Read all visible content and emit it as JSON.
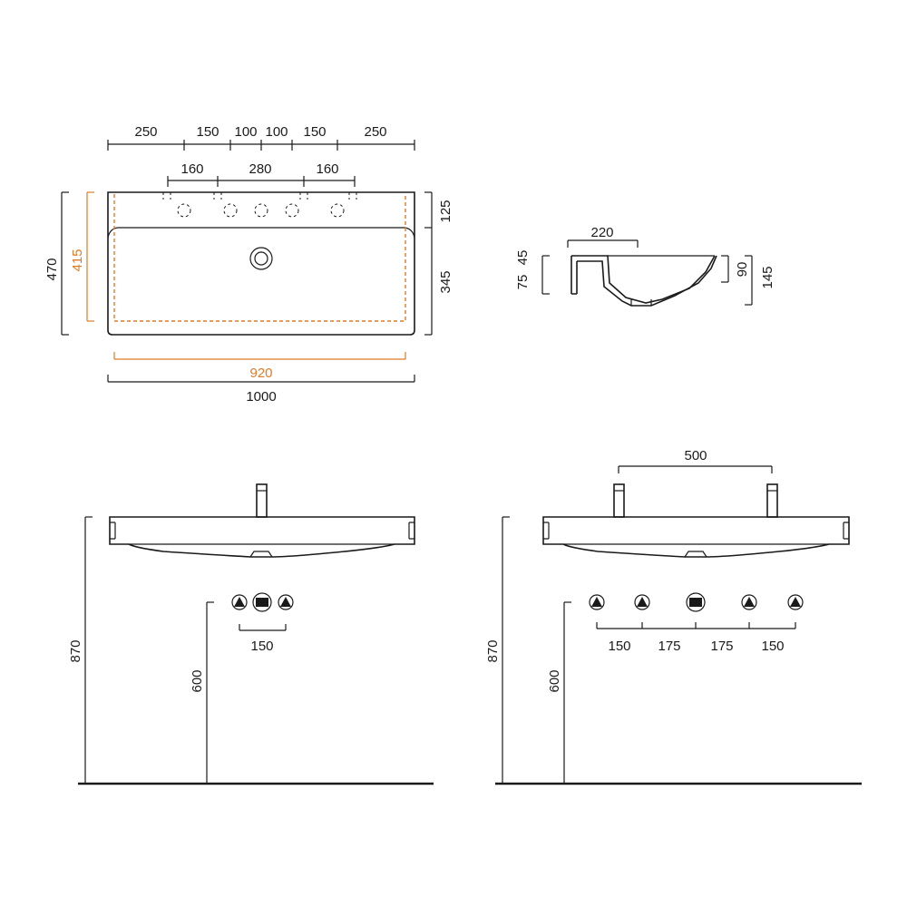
{
  "top_view": {
    "spacing": [
      "250",
      "150",
      "100",
      "100",
      "150",
      "250"
    ],
    "holes": [
      "160",
      "280",
      "160"
    ],
    "width_total": "1000",
    "width_inner": "920",
    "depth_total": "470",
    "depth_inner": "415",
    "right_top": "125",
    "right_bottom": "345"
  },
  "side_view": {
    "top": "220",
    "left_upper": "45",
    "left_lower": "75",
    "right_inner": "90",
    "right_outer": "145"
  },
  "front_left": {
    "height_total": "870",
    "height_drain": "600",
    "spacing": "150"
  },
  "front_right": {
    "top": "500",
    "height_total": "870",
    "height_drain": "600",
    "spacing": [
      "150",
      "175",
      "175",
      "150"
    ]
  },
  "colors": {
    "line": "#1a1a1a",
    "accent": "#e07b26"
  }
}
